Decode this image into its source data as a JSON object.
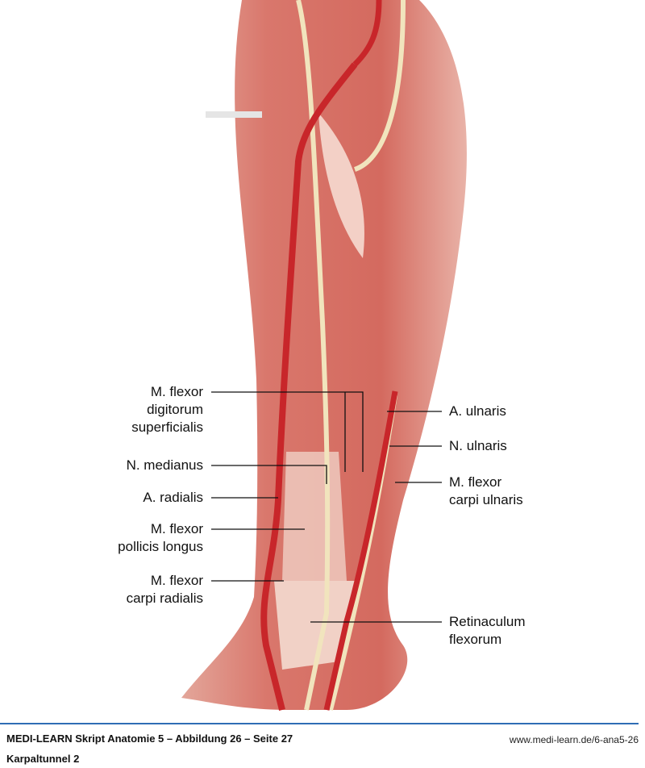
{
  "labels_left": [
    {
      "text": "M. flexor\ndigitorum\nsuperficialis"
    },
    {
      "text": "N. medianus"
    },
    {
      "text": "A. radialis"
    },
    {
      "text": "M. flexor\npollicis longus"
    },
    {
      "text": "M. flexor\ncarpi radialis"
    }
  ],
  "labels_right": [
    {
      "text": "A. ulnaris"
    },
    {
      "text": "N. ulnaris"
    },
    {
      "text": "M. flexor\ncarpi ulnaris"
    },
    {
      "text": "Retinaculum\nflexorum"
    }
  ],
  "footer": {
    "title": "MEDI-LEARN Skript Anatomie 5 – Abbildung 26 – Seite 27",
    "subtitle": "Karpaltunnel 2",
    "url": "www.medi-learn.de/6-ana5-26"
  },
  "colors": {
    "muscle": "#d9776c",
    "artery": "#c8262a",
    "nerve": "#f1e4bd",
    "accent": "#2f6db5"
  }
}
